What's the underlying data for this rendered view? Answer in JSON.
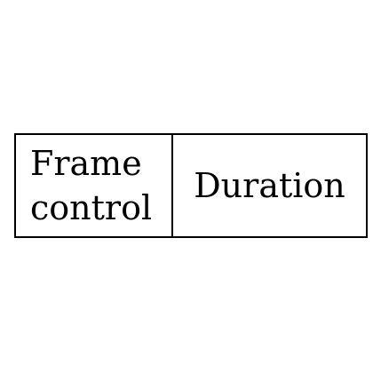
{
  "diagram": {
    "fields": [
      {
        "lines": [
          "Frame",
          "control"
        ]
      },
      {
        "lines": [
          "Duration"
        ]
      }
    ]
  }
}
